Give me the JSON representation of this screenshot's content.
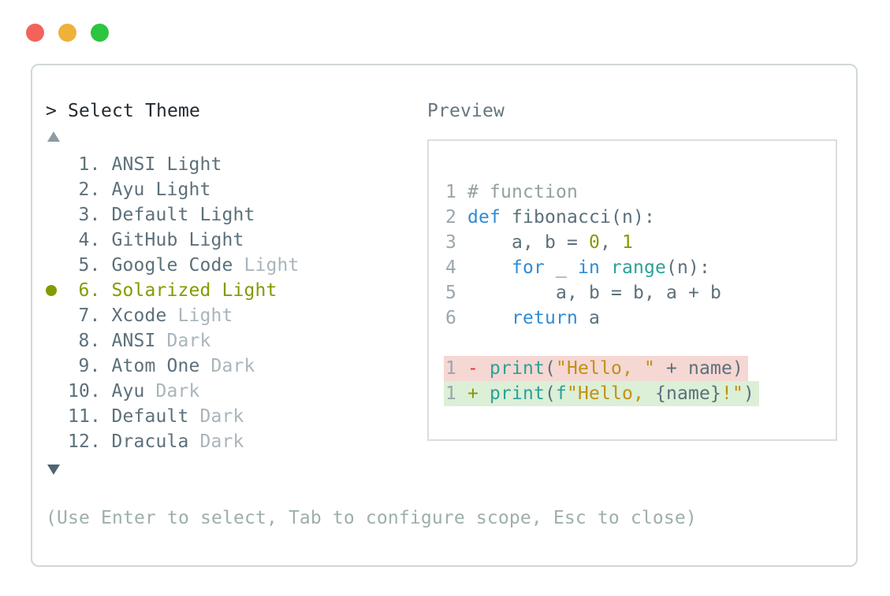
{
  "window": {
    "traffic_lights": [
      {
        "name": "close",
        "color": "#f2635c"
      },
      {
        "name": "minimize",
        "color": "#f0b13b"
      },
      {
        "name": "zoom",
        "color": "#2bc53f"
      }
    ]
  },
  "header": {
    "prompt_symbol": ">",
    "title": "Select Theme",
    "preview_label": "Preview"
  },
  "theme_list": {
    "scroll_up_icon": "triangle-up",
    "scroll_down_icon": "triangle-down",
    "selected_color": "#859900",
    "items": [
      {
        "number": "1",
        "name": "ANSI",
        "variant": "Light",
        "dim_variant": false,
        "selected": false
      },
      {
        "number": "2",
        "name": "Ayu",
        "variant": "Light",
        "dim_variant": false,
        "selected": false
      },
      {
        "number": "3",
        "name": "Default",
        "variant": "Light",
        "dim_variant": false,
        "selected": false
      },
      {
        "number": "4",
        "name": "GitHub",
        "variant": "Light",
        "dim_variant": false,
        "selected": false
      },
      {
        "number": "5",
        "name": "Google Code",
        "variant": "Light",
        "dim_variant": true,
        "selected": false
      },
      {
        "number": "6",
        "name": "Solarized",
        "variant": "Light",
        "dim_variant": false,
        "selected": true
      },
      {
        "number": "7",
        "name": "Xcode",
        "variant": "Light",
        "dim_variant": true,
        "selected": false
      },
      {
        "number": "8",
        "name": "ANSI",
        "variant": "Dark",
        "dim_variant": true,
        "selected": false
      },
      {
        "number": "9",
        "name": "Atom One",
        "variant": "Dark",
        "dim_variant": true,
        "selected": false
      },
      {
        "number": "10",
        "name": "Ayu",
        "variant": "Dark",
        "dim_variant": true,
        "selected": false
      },
      {
        "number": "11",
        "name": "Default",
        "variant": "Dark",
        "dim_variant": true,
        "selected": false
      },
      {
        "number": "12",
        "name": "Dracula",
        "variant": "Dark",
        "dim_variant": true,
        "selected": false
      }
    ]
  },
  "preview": {
    "code_lines": [
      {
        "num": "1",
        "segments": [
          {
            "text": "# function",
            "color": "comment"
          }
        ]
      },
      {
        "num": "2",
        "segments": [
          {
            "text": "def",
            "color": "keyword"
          },
          {
            "text": " fibonacci(n):",
            "color": "default"
          }
        ]
      },
      {
        "num": "3",
        "segments": [
          {
            "text": "    a, b = ",
            "color": "default"
          },
          {
            "text": "0",
            "color": "number"
          },
          {
            "text": ", ",
            "color": "default"
          },
          {
            "text": "1",
            "color": "number"
          }
        ]
      },
      {
        "num": "4",
        "segments": [
          {
            "text": "    ",
            "color": "default"
          },
          {
            "text": "for",
            "color": "keyword"
          },
          {
            "text": " _ ",
            "color": "default"
          },
          {
            "text": "in",
            "color": "keyword"
          },
          {
            "text": " ",
            "color": "default"
          },
          {
            "text": "range",
            "color": "builtin"
          },
          {
            "text": "(n):",
            "color": "default"
          }
        ]
      },
      {
        "num": "5",
        "segments": [
          {
            "text": "        a, b = b, a + b",
            "color": "default"
          }
        ]
      },
      {
        "num": "6",
        "segments": [
          {
            "text": "    ",
            "color": "default"
          },
          {
            "text": "return",
            "color": "keyword"
          },
          {
            "text": " a",
            "color": "default"
          }
        ]
      }
    ],
    "diff_lines": [
      {
        "num": "1",
        "type": "del",
        "sign": "-",
        "segments": [
          {
            "text": "print",
            "color": "builtin"
          },
          {
            "text": "(",
            "color": "default"
          },
          {
            "text": "\"Hello, \"",
            "color": "string"
          },
          {
            "text": " + name)",
            "color": "default"
          }
        ]
      },
      {
        "num": "1",
        "type": "add",
        "sign": "+",
        "segments": [
          {
            "text": "print",
            "color": "builtin"
          },
          {
            "text": "(",
            "color": "default"
          },
          {
            "text": "f",
            "color": "builtin"
          },
          {
            "text": "\"Hello, ",
            "color": "string"
          },
          {
            "text": "{name}",
            "color": "default"
          },
          {
            "text": "!\"",
            "color": "string"
          },
          {
            "text": ")",
            "color": "default"
          }
        ]
      }
    ],
    "diff_colors": {
      "deleted_bg": "#f5d7d3",
      "added_bg": "#dcefd7",
      "deleted_sign": "#df3330",
      "added_sign": "#859900"
    },
    "syntax_colors": {
      "default": "#5c707b",
      "comment": "#93a1a1",
      "keyword": "#2f8bd6",
      "builtin": "#2aa198",
      "number": "#859900",
      "string": "#c09114",
      "lineno": "#9aa6ab"
    }
  },
  "footer": {
    "hint": "(Use Enter to select, Tab to configure scope, Esc to close)"
  }
}
